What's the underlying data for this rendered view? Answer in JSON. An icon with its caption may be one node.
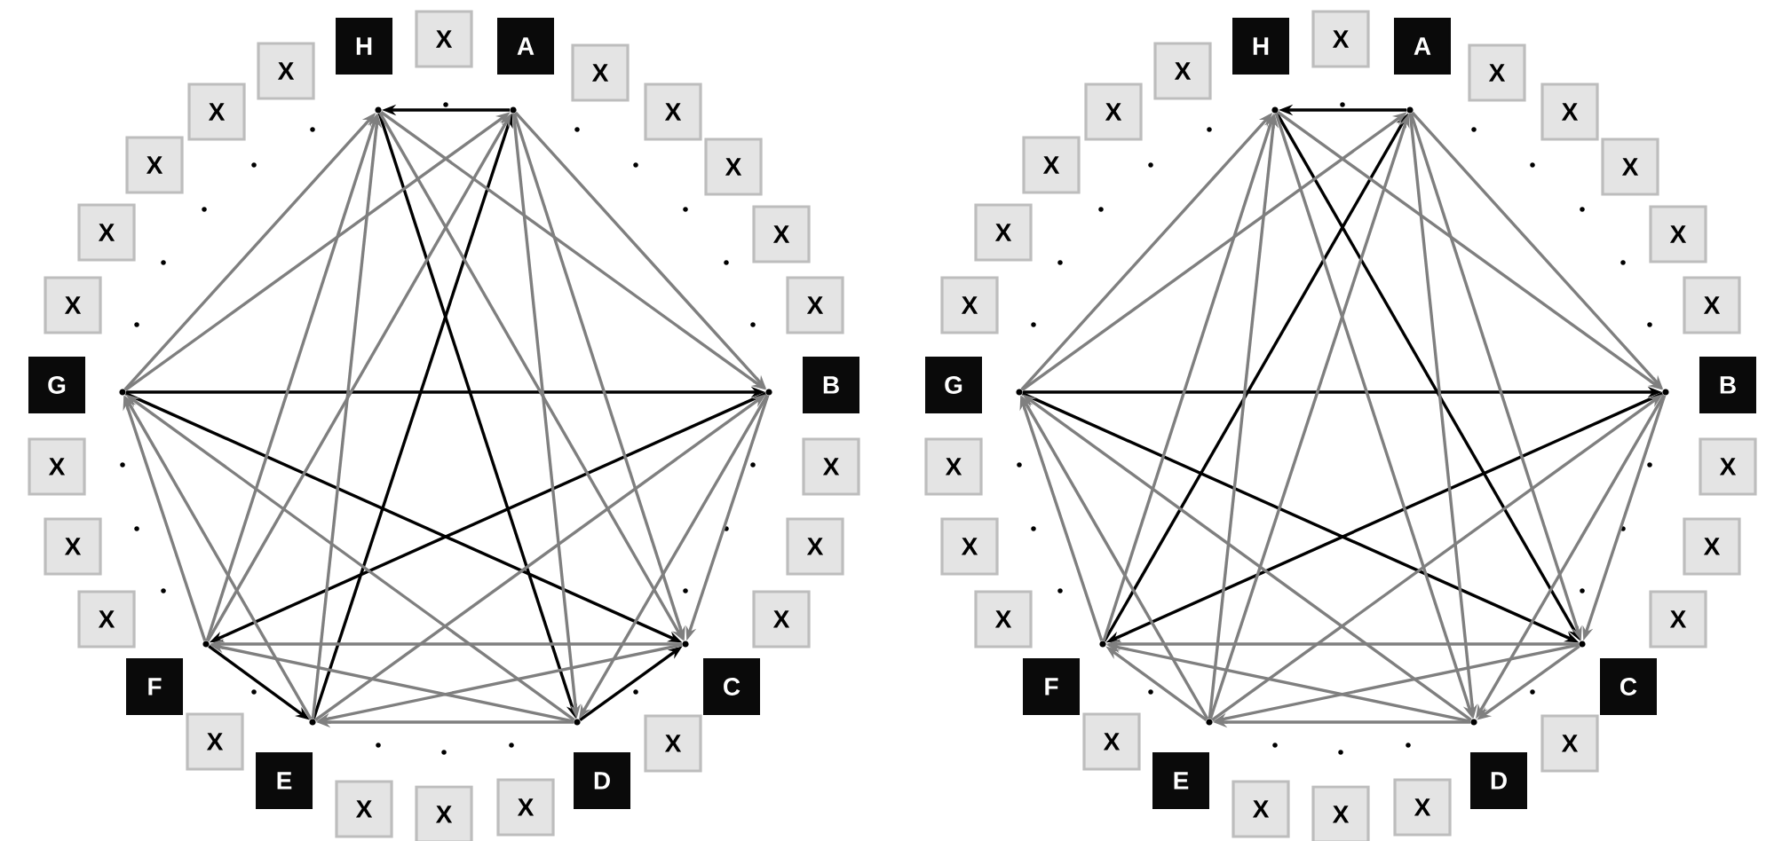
{
  "diagram": {
    "nodes": [
      {
        "text": [
          "H"
        ]
      },
      {
        "text": [
          "X"
        ]
      },
      {
        "text": [
          "A"
        ]
      },
      {
        "text": [
          "X"
        ]
      },
      {
        "text": [
          "X"
        ]
      },
      {
        "text": [
          "X"
        ]
      },
      {
        "text": [
          "X"
        ]
      },
      {
        "text": [
          "X"
        ]
      },
      {
        "text": [
          "B"
        ]
      },
      {
        "text": [
          "X"
        ]
      },
      {
        "text": [
          "X"
        ]
      },
      {
        "text": [
          "X"
        ]
      },
      {
        "text": [
          "C"
        ]
      },
      {
        "text": [
          "X"
        ]
      },
      {
        "text": [
          "D"
        ]
      },
      {
        "text": [
          "X"
        ]
      },
      {
        "text": [
          "X"
        ]
      },
      {
        "text": [
          "X"
        ]
      },
      {
        "text": [
          "E"
        ]
      },
      {
        "text": [
          "X"
        ]
      },
      {
        "text": [
          "F"
        ]
      },
      {
        "text": [
          "X"
        ]
      },
      {
        "text": [
          "X"
        ]
      },
      {
        "text": [
          "X"
        ]
      },
      {
        "text": [
          "G"
        ]
      },
      {
        "text": [
          "X"
        ]
      },
      {
        "text": [
          "X"
        ]
      },
      {
        "text": [
          "X"
        ]
      },
      {
        "text": [
          "X"
        ]
      },
      {
        "text": [
          "X"
        ]
      },
      {
        "text": [],
        "shape": "circle"
      },
      {
        "text": [],
        "shape": "circle"
      },
      {
        "text": [],
        "shape": "circle"
      },
      {
        "text": [],
        "shape": "circle"
      },
      {
        "text": [],
        "shape": "circle"
      },
      {
        "text": [],
        "shape": "circle"
      },
      {
        "text": [],
        "shape": "circle"
      },
      {
        "text": [],
        "shape": "circle"
      },
      {
        "text": [
          "H"
        ]
      },
      {
        "text": [
          "X"
        ]
      },
      {
        "text": [
          "A"
        ]
      },
      {
        "text": [
          "X"
        ]
      },
      {
        "text": [
          "X"
        ]
      },
      {
        "text": [
          "X"
        ]
      },
      {
        "text": [
          "X"
        ]
      },
      {
        "text": [
          "X"
        ]
      },
      {
        "text": [
          "B"
        ]
      },
      {
        "text": [
          "X"
        ]
      },
      {
        "text": [
          "X"
        ]
      },
      {
        "text": [
          "X"
        ]
      },
      {
        "text": [
          "C"
        ]
      },
      {
        "text": [
          "X"
        ]
      },
      {
        "text": [
          "D"
        ]
      },
      {
        "text": [
          "X"
        ]
      },
      {
        "text": [
          "X"
        ]
      },
      {
        "text": [
          "X"
        ]
      },
      {
        "text": [
          "E"
        ]
      },
      {
        "text": [
          "X"
        ]
      },
      {
        "text": [
          "F"
        ]
      },
      {
        "text": [
          "X"
        ]
      },
      {
        "text": [
          "X"
        ]
      },
      {
        "text": [
          "X"
        ]
      },
      {
        "text": [
          "G"
        ]
      },
      {
        "text": [
          "X"
        ]
      },
      {
        "text": [
          "X"
        ]
      },
      {
        "text": [
          "X"
        ]
      },
      {
        "text": [
          "X"
        ]
      },
      {
        "text": [
          "X"
        ]
      },
      {
        "text": [],
        "shape": "circle"
      },
      {
        "text": [],
        "shape": "circle"
      },
      {
        "text": [],
        "shape": "circle"
      },
      {
        "text": [],
        "shape": "circle"
      },
      {
        "text": [],
        "shape": "circle"
      },
      {
        "text": [],
        "shape": "circle"
      },
      {
        "text": [],
        "shape": "circle"
      },
      {
        "text": [],
        "shape": "circle"
      }
    ],
    "edges": [
      {
        "from": 31,
        "to": 30,
        "arrow": "to",
        "color": "#000000"
      },
      {
        "from": 37,
        "to": 32,
        "arrow": "to",
        "color": "#000000"
      },
      {
        "from": 30,
        "to": 34,
        "arrow": "to",
        "color": "#000000"
      },
      {
        "from": 35,
        "to": 31,
        "arrow": "to",
        "color": "#000000"
      },
      {
        "from": 32,
        "to": 36,
        "arrow": "to",
        "color": "#000000"
      },
      {
        "from": 37,
        "to": 33,
        "arrow": "to",
        "color": "#000000"
      },
      {
        "from": 36,
        "to": 35,
        "arrow": "to",
        "color": "#000000"
      },
      {
        "from": 34,
        "to": 33,
        "arrow": "to",
        "color": "#000000"
      },
      {
        "from": 30,
        "to": 32,
        "arrow": "to"
      },
      {
        "from": 30,
        "to": 33,
        "arrow": "to"
      },
      {
        "from": 35,
        "to": 30,
        "arrow": "to"
      },
      {
        "from": 36,
        "to": 30,
        "arrow": "to"
      },
      {
        "from": 37,
        "to": 30,
        "arrow": "to"
      },
      {
        "from": 31,
        "to": 32,
        "arrow": "to"
      },
      {
        "from": 31,
        "to": 33,
        "arrow": "to"
      },
      {
        "from": 31,
        "to": 34,
        "arrow": "to"
      },
      {
        "from": 36,
        "to": 31,
        "arrow": "to"
      },
      {
        "from": 37,
        "to": 31,
        "arrow": "to"
      },
      {
        "from": 32,
        "to": 33,
        "arrow": "to"
      },
      {
        "from": 32,
        "to": 34,
        "arrow": "to"
      },
      {
        "from": 35,
        "to": 32,
        "arrow": "to"
      },
      {
        "from": 33,
        "to": 35,
        "arrow": "to"
      },
      {
        "from": 33,
        "to": 36,
        "arrow": "to"
      },
      {
        "from": 34,
        "to": 35,
        "arrow": "to"
      },
      {
        "from": 34,
        "to": 36,
        "arrow": "to"
      },
      {
        "from": 34,
        "to": 37,
        "arrow": "to"
      },
      {
        "from": 35,
        "to": 37,
        "arrow": "to"
      },
      {
        "from": 36,
        "to": 37,
        "arrow": "to"
      },
      {
        "from": 69,
        "to": 68,
        "arrow": "to",
        "color": "#000000"
      },
      {
        "from": 75,
        "to": 70,
        "arrow": "to",
        "color": "#000000"
      },
      {
        "from": 68,
        "to": 71,
        "arrow": "to",
        "color": "#000000"
      },
      {
        "from": 74,
        "to": 69,
        "arrow": "to",
        "color": "#000000"
      },
      {
        "from": 70,
        "to": 74,
        "arrow": "to",
        "color": "#000000"
      },
      {
        "from": 75,
        "to": 71,
        "arrow": "to",
        "color": "#000000"
      },
      {
        "from": 68,
        "to": 70,
        "arrow": "to"
      },
      {
        "from": 68,
        "to": 72,
        "arrow": "to"
      },
      {
        "from": 73,
        "to": 68,
        "arrow": "to"
      },
      {
        "from": 74,
        "to": 68,
        "arrow": "to"
      },
      {
        "from": 75,
        "to": 68,
        "arrow": "to"
      },
      {
        "from": 69,
        "to": 70,
        "arrow": "to"
      },
      {
        "from": 69,
        "to": 71,
        "arrow": "to"
      },
      {
        "from": 69,
        "to": 72,
        "arrow": "to"
      },
      {
        "from": 73,
        "to": 69,
        "arrow": "to"
      },
      {
        "from": 75,
        "to": 69,
        "arrow": "to"
      },
      {
        "from": 70,
        "to": 71,
        "arrow": "to"
      },
      {
        "from": 70,
        "to": 72,
        "arrow": "to"
      },
      {
        "from": 73,
        "to": 70,
        "arrow": "to"
      },
      {
        "from": 71,
        "to": 72,
        "arrow": "to"
      },
      {
        "from": 71,
        "to": 73,
        "arrow": "to"
      },
      {
        "from": 71,
        "to": 74,
        "arrow": "to"
      },
      {
        "from": 72,
        "to": 73,
        "arrow": "to"
      },
      {
        "from": 72,
        "to": 74,
        "arrow": "to"
      },
      {
        "from": 72,
        "to": 75,
        "arrow": "to"
      },
      {
        "from": 73,
        "to": 74,
        "arrow": "to"
      },
      {
        "from": 73,
        "to": 75,
        "arrow": "to"
      },
      {
        "from": 74,
        "to": 75,
        "arrow": "to"
      }
    ]
  }
}
